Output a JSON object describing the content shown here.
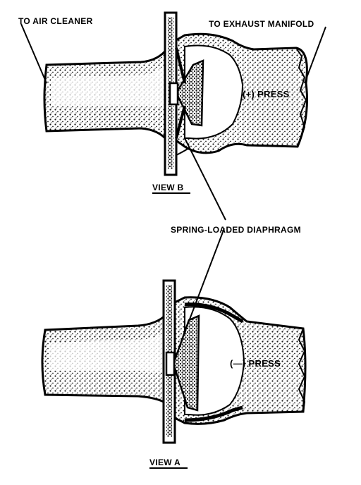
{
  "labels": {
    "air_cleaner": "TO AIR CLEANER",
    "exhaust_manifold": "TO EXHAUST MANIFOLD",
    "positive_press": "(+) PRESS",
    "view_b": "VIEW B",
    "diaphragm": "SPRING-LOADED DIAPHRAGM",
    "negative_press": "(—) PRESS",
    "view_a": "VIEW A"
  },
  "colors": {
    "ink": "#000000",
    "paper": "#ffffff",
    "stipple": "#1a1a1a"
  }
}
